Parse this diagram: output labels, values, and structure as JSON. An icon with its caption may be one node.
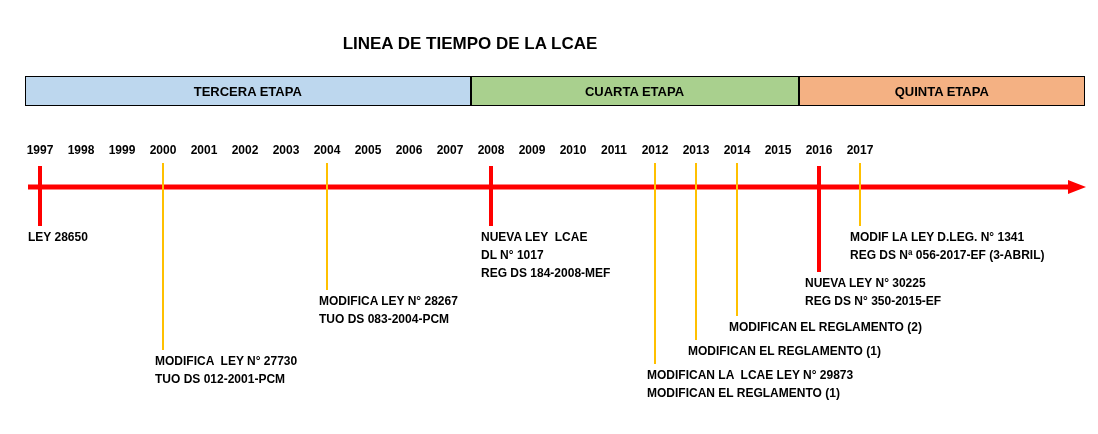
{
  "diagram": {
    "title": "LINEA DE TIEMPO DE LA LCAE",
    "nodes": [
      {
        "text": [
          "TERCERA ETAPA"
        ]
      },
      {
        "text": [
          "CUARTA ETAPA"
        ]
      },
      {
        "text": [
          "QUINTA ETAPA"
        ]
      },
      {
        "text": [
          "LEY 28650"
        ]
      },
      {
        "text": [
          "MODIFICA  LEY N° 27730",
          "TUO DS 012-2001-PCM"
        ]
      },
      {
        "text": [
          "MODIFICA LEY N° 28267",
          "TUO DS 083-2004-PCM"
        ]
      },
      {
        "text": [
          "NUEVA LEY  LCAE",
          "DL N° 1017",
          "REG DS 184-2008-MEF"
        ]
      },
      {
        "text": [
          "MODIFICAN LA  LCAE LEY N° 29873",
          "MODIFICAN EL REGLAMENTO (1)"
        ]
      },
      {
        "text": [
          "MODIFICAN EL REGLAMENTO (1)"
        ]
      },
      {
        "text": [
          "MODIFICAN EL REGLAMENTO (2)"
        ]
      },
      {
        "text": [
          "NUEVA LEY N° 30225",
          "REG DS N° 350-2015-EF"
        ]
      },
      {
        "text": [
          "MODIF LA LEY D.LEG. N° 1341",
          "REG DS Nª 056-2017-EF (3-ABRIL)"
        ]
      }
    ],
    "edges": [
      {
        "from": 3,
        "to": null,
        "arrow": "none",
        "style": "thick",
        "color": "#ff0000"
      },
      {
        "from": 4,
        "to": null,
        "arrow": "none"
      },
      {
        "from": 5,
        "to": null,
        "arrow": "none"
      },
      {
        "from": 6,
        "to": null,
        "arrow": "none",
        "style": "thick",
        "color": "#ff0000"
      },
      {
        "from": 7,
        "to": null,
        "arrow": "none"
      },
      {
        "from": 8,
        "to": null,
        "arrow": "none"
      },
      {
        "from": 9,
        "to": null,
        "arrow": "none"
      },
      {
        "from": 10,
        "to": null,
        "arrow": "none",
        "style": "thick",
        "color": "#ff0000"
      },
      {
        "from": 11,
        "to": null,
        "arrow": "none"
      }
    ],
    "labels": [
      "1997",
      "1998",
      "1999",
      "2000",
      "2001",
      "2002",
      "2003",
      "2004",
      "2005",
      "2006",
      "2007",
      "2008",
      "2009",
      "2010",
      "2011",
      "2012",
      "2013",
      "2014",
      "2015",
      "2016",
      "2017"
    ]
  }
}
